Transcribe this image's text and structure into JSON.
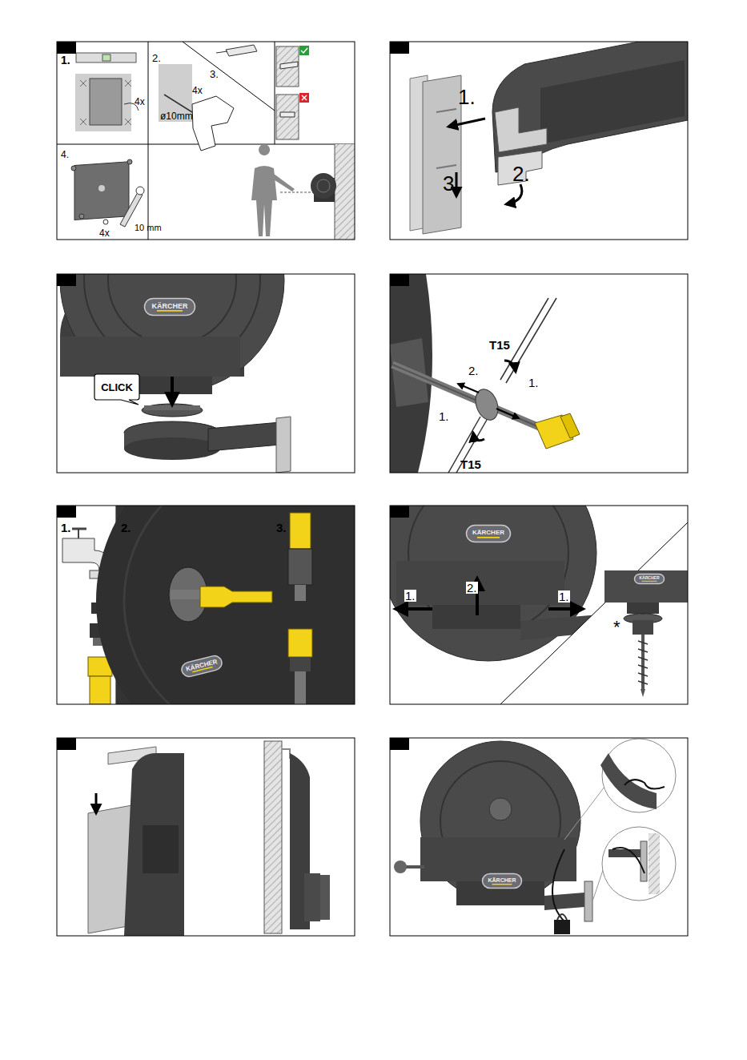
{
  "diagram": {
    "nodes": [
      {
        "text": [
          "CLICK"
        ]
      },
      {
        "text": [
          "KÄRCHER"
        ]
      },
      {
        "text": [
          "KÄRCHER"
        ]
      },
      {
        "text": [
          "KÄRCHER"
        ]
      },
      {
        "text": [
          "KÄRCHER"
        ]
      },
      {
        "text": [
          "KÄRCHER"
        ]
      }
    ],
    "labels": [
      "1.",
      "2.",
      "3.",
      "4x",
      "ø10mm",
      "4x",
      "4.",
      "4x",
      "10 mm",
      "1.",
      "3.",
      "2.",
      "T15",
      "1.",
      "2.",
      "1.",
      "T15",
      "1.",
      "2.",
      "3.",
      "1.",
      "2.",
      "1.",
      "*"
    ]
  }
}
